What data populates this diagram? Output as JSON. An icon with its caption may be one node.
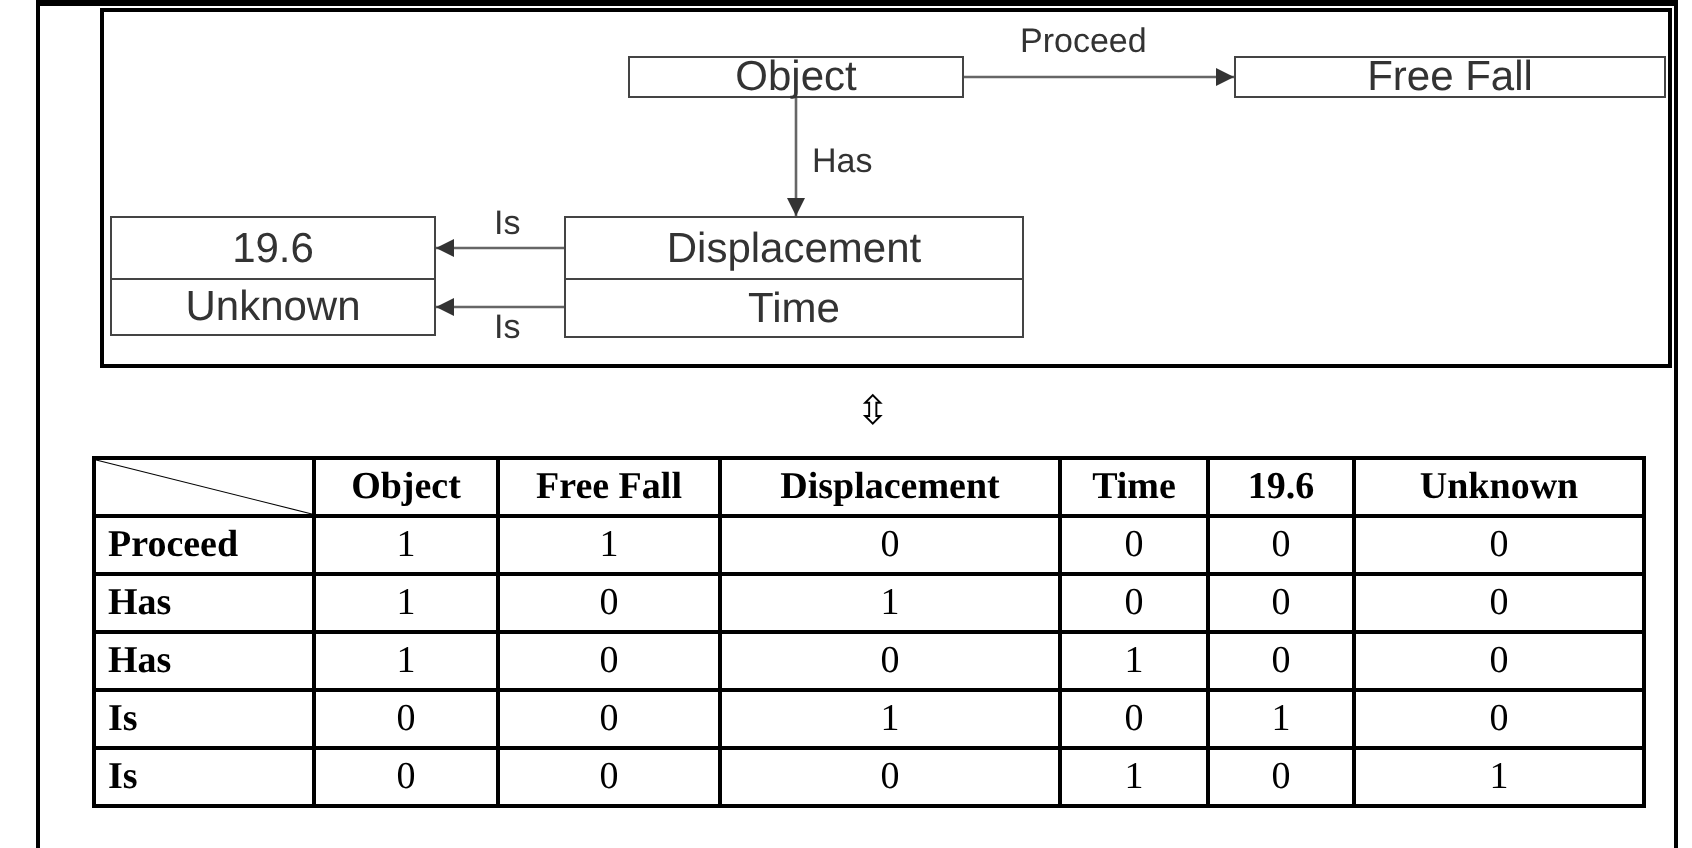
{
  "diagram": {
    "nodes": [
      {
        "text": [
          "Object"
        ]
      },
      {
        "text": [
          "Free Fall"
        ]
      },
      {
        "text": [
          "Displacement"
        ]
      },
      {
        "text": [
          "Time"
        ]
      },
      {
        "text": [
          "19.6"
        ]
      },
      {
        "text": [
          "Unknown"
        ]
      }
    ],
    "edges": [
      {
        "from": 0,
        "to": 1,
        "arrow": "to",
        "label": "Proceed"
      },
      {
        "from": 0,
        "to": 2,
        "arrow": "to",
        "label": "Has"
      },
      {
        "from": 2,
        "to": 4,
        "arrow": "to",
        "label": "Is"
      },
      {
        "from": 3,
        "to": 5,
        "arrow": "to",
        "label": "Is"
      }
    ],
    "labels": [
      "⇳",
      "Object",
      "Free Fall",
      "Displacement",
      "Time",
      "19.6",
      "Unknown",
      "Proceed",
      "1",
      "1",
      "0",
      "0",
      "0",
      "0",
      "Has",
      "1",
      "0",
      "1",
      "0",
      "0",
      "0",
      "Has",
      "1",
      "0",
      "0",
      "1",
      "0",
      "0",
      "Is",
      "0",
      "0",
      "1",
      "0",
      "1",
      "0",
      "Is",
      "0",
      "0",
      "0",
      "1",
      "0",
      "1"
    ]
  }
}
